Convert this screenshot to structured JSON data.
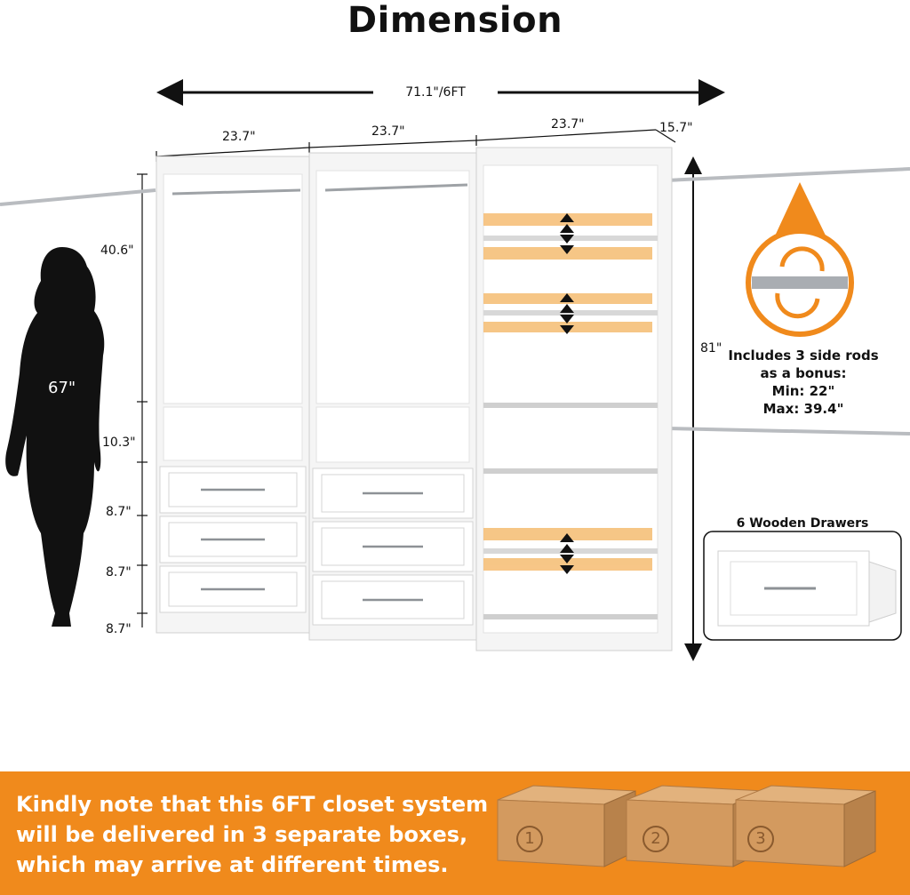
{
  "title": "Dimension",
  "dimensions": {
    "total_width": "71.1\"/6FT",
    "unit_widths": [
      "23.7\"",
      "23.7\"",
      "23.7\""
    ],
    "depth": "15.7\"",
    "height": "81\"",
    "hanging_section": "40.6\"",
    "shelf_section": "10.3\"",
    "drawer_heights": [
      "8.7\"",
      "8.7\"",
      "8.7\""
    ],
    "person_height": "67\""
  },
  "side_rods": {
    "line1": "Includes 3 side rods",
    "line2": "as a bonus:",
    "min": "Min: 22\"",
    "max": "Max: 39.4\""
  },
  "drawers_label": "6 Wooden Drawers",
  "notice": {
    "line1": "Kindly note that this 6FT closet system",
    "line2": "will be delivered in 3 separate boxes,",
    "line3": "which may arrive at different times."
  },
  "boxes": [
    "1",
    "2",
    "3"
  ],
  "colors": {
    "accent": "#f08a1c",
    "shelf_highlight": "#f6c07a"
  }
}
